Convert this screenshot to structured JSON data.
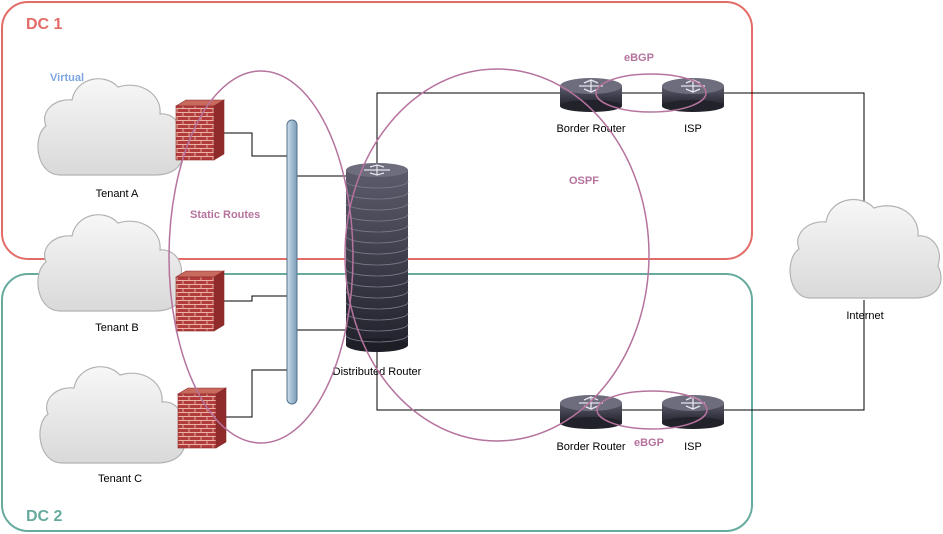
{
  "colors": {
    "dc1": "#e36c68",
    "dc2": "#67ab9f",
    "protocol": "#b5739d",
    "virtual": "#7ea6e0",
    "link": "#000000",
    "router": "#3a3a4a",
    "firewall": "#b23b3b",
    "cloud": "#e6e6e6",
    "bus": "#a9c4d6"
  },
  "dcs": [
    {
      "name": "DC 1"
    },
    {
      "name": "DC 2"
    }
  ],
  "labels": {
    "virtual": "Virtual",
    "static_routes": "Static Routes",
    "ospf": "OSPF",
    "ebgp_top": "eBGP",
    "ebgp_bottom": "eBGP",
    "distributed_router": "Distributed Router",
    "internet": "Internet"
  },
  "tenants": [
    {
      "name": "Tenant A"
    },
    {
      "name": "Tenant B"
    },
    {
      "name": "Tenant C"
    }
  ],
  "edge_devices": [
    {
      "border": "Border Router",
      "isp": "ISP"
    },
    {
      "border": "Border Router",
      "isp": "ISP"
    }
  ],
  "icons": {
    "cloud": "cloud-icon",
    "firewall": "firewall-icon",
    "router": "router-icon",
    "distributed_router": "router-stack-icon"
  }
}
